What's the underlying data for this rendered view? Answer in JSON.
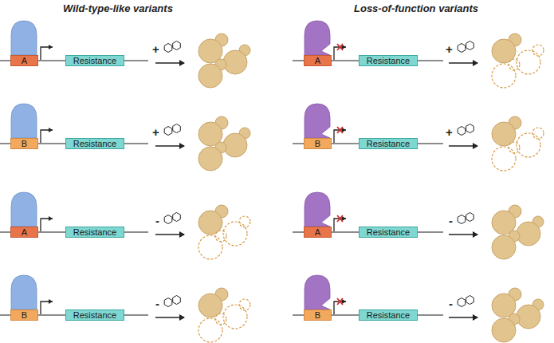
{
  "diagram": {
    "nodes": [
      {
        "text": [
          "A"
        ]
      },
      {
        "text": [
          "Resistance"
        ]
      },
      {
        "text": [
          "A"
        ]
      },
      {
        "text": [
          "Resistance"
        ]
      },
      {
        "text": [
          "B"
        ]
      },
      {
        "text": [
          "Resistance"
        ]
      },
      {
        "text": [
          "B"
        ]
      },
      {
        "text": [
          "Resistance"
        ]
      },
      {
        "text": [
          "A"
        ]
      },
      {
        "text": [
          "Resistance"
        ]
      },
      {
        "text": [
          "A"
        ]
      },
      {
        "text": [
          "Resistance"
        ]
      },
      {
        "text": [
          "B"
        ]
      },
      {
        "text": [
          "Resistance"
        ]
      },
      {
        "text": [
          "B"
        ]
      },
      {
        "text": [
          "Resistance"
        ]
      }
    ],
    "labels": [
      "Wild-type-like variants",
      "Loss-of-function variants",
      "+",
      "+",
      "+",
      "+",
      "-",
      "-",
      "-",
      "-"
    ]
  }
}
